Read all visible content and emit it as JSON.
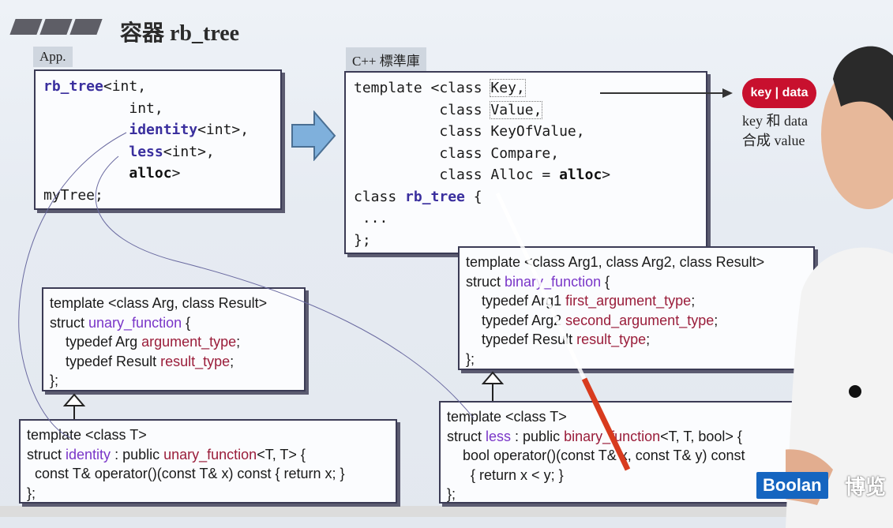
{
  "header": {
    "title": "容器 rb_tree"
  },
  "app_label": "App.",
  "lib_label": "C++ 標準庫",
  "app_code": {
    "l1_kw": "rb_tree",
    "l1_rest": "<int,",
    "l2": "int,",
    "l3_kw": "identity",
    "l3_rest": "<int>,",
    "l4_kw": "less",
    "l4_rest": "<int>,",
    "l5_kw": "alloc",
    "l5_rest": ">",
    "l6": "myTree;"
  },
  "lib_code": {
    "l1_a": "template <class ",
    "l1_b": "Key,",
    "l2_a": "class ",
    "l2_b": "Value,",
    "l3": "class KeyOfValue,",
    "l4": "class Compare,",
    "l5_a": "class Alloc = ",
    "l5_b": "alloc",
    "l5_c": ">",
    "l6_a": "class ",
    "l6_b": "rb_tree",
    "l6_c": " {",
    "l7": "...",
    "l8": "};"
  },
  "key_data_badge": "key | data",
  "key_note": "key 和 data\n合成 value",
  "unary": {
    "l1": "template <class Arg, class Result>",
    "l2_a": "struct ",
    "l2_b": "unary_function",
    "l2_c": " {",
    "l3_a": "typedef Arg ",
    "l3_b": "argument_type",
    "l3_c": ";",
    "l4_a": "typedef Result ",
    "l4_b": "result_type",
    "l4_c": ";",
    "l5": "};"
  },
  "identity": {
    "l1": "template <class T>",
    "l2_a": "struct ",
    "l2_b": "identity",
    "l2_c": " : public ",
    "l2_d": "unary_function",
    "l2_e": "<T, T> {",
    "l3": "const T& operator()(const T& x) const { return x; }",
    "l4": "};"
  },
  "binary": {
    "l1": "template <class Arg1, class Arg2, class Result>",
    "l2_a": "struct ",
    "l2_b": "binary_function",
    "l2_c": " {",
    "l3_a": "typedef Arg1 ",
    "l3_b": "first_argument_type",
    "l3_c": ";",
    "l4_a": "typedef Arg2 ",
    "l4_b": "second_argument_type",
    "l4_c": ";",
    "l5_a": "typedef Result ",
    "l5_b": "result_type",
    "l5_c": ";",
    "l6": "};"
  },
  "less": {
    "l1": "template <class T>",
    "l2_a": "struct ",
    "l2_b": "less",
    "l2_c": " : public ",
    "l2_d": "binary_function",
    "l2_e": "<T, T, bool> {",
    "l3": "bool operator()(const T& x, const T& y) const",
    "l4": "{ return x < y; }",
    "l5": "};"
  },
  "logo": {
    "brand": "Boolan",
    "cn": "博览"
  }
}
